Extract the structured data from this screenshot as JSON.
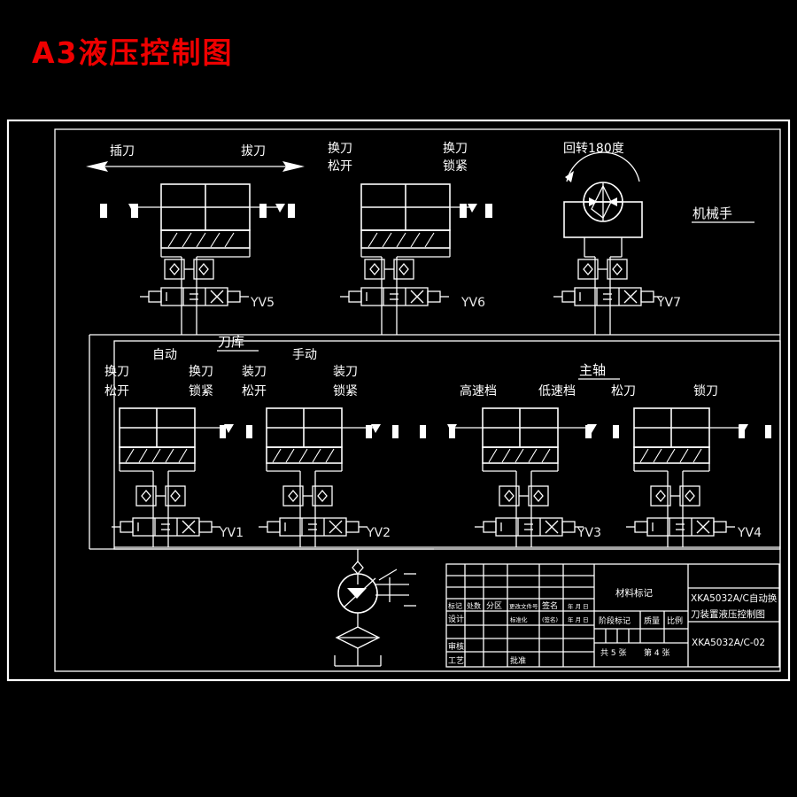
{
  "title": "A3液压控制图",
  "title_color": "#ef0000",
  "background_color": "#000000",
  "line_color": "#ffffff",
  "sections": {
    "manipulator": "机械手",
    "tool_magazine": "刀库",
    "spindle": "主轴"
  },
  "modes": {
    "automatic": "自动",
    "manual": "手动"
  },
  "stations": [
    {
      "id": "YV5",
      "valve_label": "YV5",
      "labels": [
        "插刀",
        "拔刀"
      ],
      "type": "double-arrow-cylinder"
    },
    {
      "id": "YV6",
      "valve_label": "YV6",
      "labels": [
        "换刀\n松开",
        "换刀\n锁紧"
      ],
      "label_left_line1": "换刀",
      "label_left_line2": "松开",
      "label_right_line1": "换刀",
      "label_right_line2": "锁紧",
      "type": "single-arrow-cylinder"
    },
    {
      "id": "YV7",
      "valve_label": "YV7",
      "labels": [
        "回转180度"
      ],
      "label_rotation": "回转180度",
      "type": "rotary-actuator"
    },
    {
      "id": "YV1",
      "valve_label": "YV1",
      "label_left_line1": "换刀",
      "label_left_line2": "松开",
      "label_right_line1": "换刀",
      "label_right_line2": "锁紧",
      "type": "single-arrow-cylinder"
    },
    {
      "id": "YV2",
      "valve_label": "YV2",
      "label_left_line1": "装刀",
      "label_left_line2": "松开",
      "label_right_line1": "装刀",
      "label_right_line2": "锁紧",
      "type": "single-arrow-cylinder"
    },
    {
      "id": "YV3",
      "valve_label": "YV3",
      "label_left": "高速档",
      "label_right": "低速档",
      "type": "double-arrow-cylinder"
    },
    {
      "id": "YV4",
      "valve_label": "YV4",
      "label_left": "松刀",
      "label_right": "锁刀",
      "type": "single-arrow-cylinder"
    }
  ],
  "title_block": {
    "row_marks": [
      "标记",
      "处数",
      "分区",
      "更改文件号",
      "签名",
      "年 月 日"
    ],
    "design": "设计",
    "standardize": "标准化",
    "standardize_sign": "(签名)",
    "standardize_date": "年 月 日",
    "review": "审核",
    "process": "工艺",
    "approve": "批准",
    "material_mark": "材料标记",
    "stage_mark": "阶段标记",
    "weight": "质量",
    "scale": "比例",
    "sheets_total": "共 5 张",
    "sheet_current": "第 4 张",
    "drawing_name_line1": "XKA5032A/C自动换",
    "drawing_name_line2": "刀装置液压控制图",
    "drawing_number": "XKA5032A/C-02"
  }
}
